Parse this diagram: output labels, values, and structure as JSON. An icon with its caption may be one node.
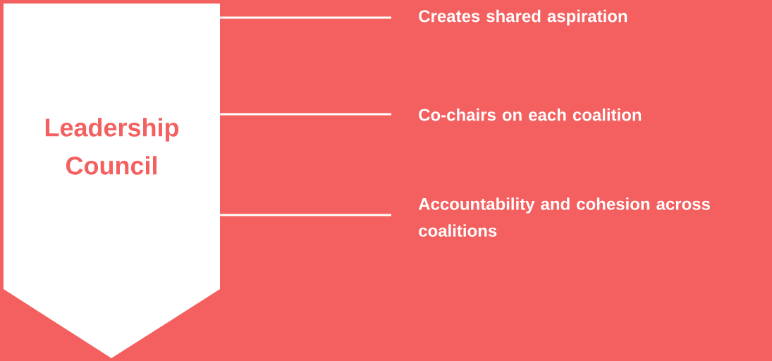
{
  "diagram": {
    "nodes": [
      {
        "text": [
          "Leadership Council"
        ]
      },
      {
        "text": [
          "Creates shared aspiration"
        ]
      },
      {
        "text": [
          "Co-chairs on each coalition"
        ]
      },
      {
        "text": [
          "Accountability and cohesion across coalitions"
        ]
      }
    ],
    "edges": [
      {
        "from": 0,
        "to": 1,
        "arrow": "none"
      },
      {
        "from": 0,
        "to": 2,
        "arrow": "none"
      },
      {
        "from": 0,
        "to": 3,
        "arrow": "none"
      }
    ]
  }
}
